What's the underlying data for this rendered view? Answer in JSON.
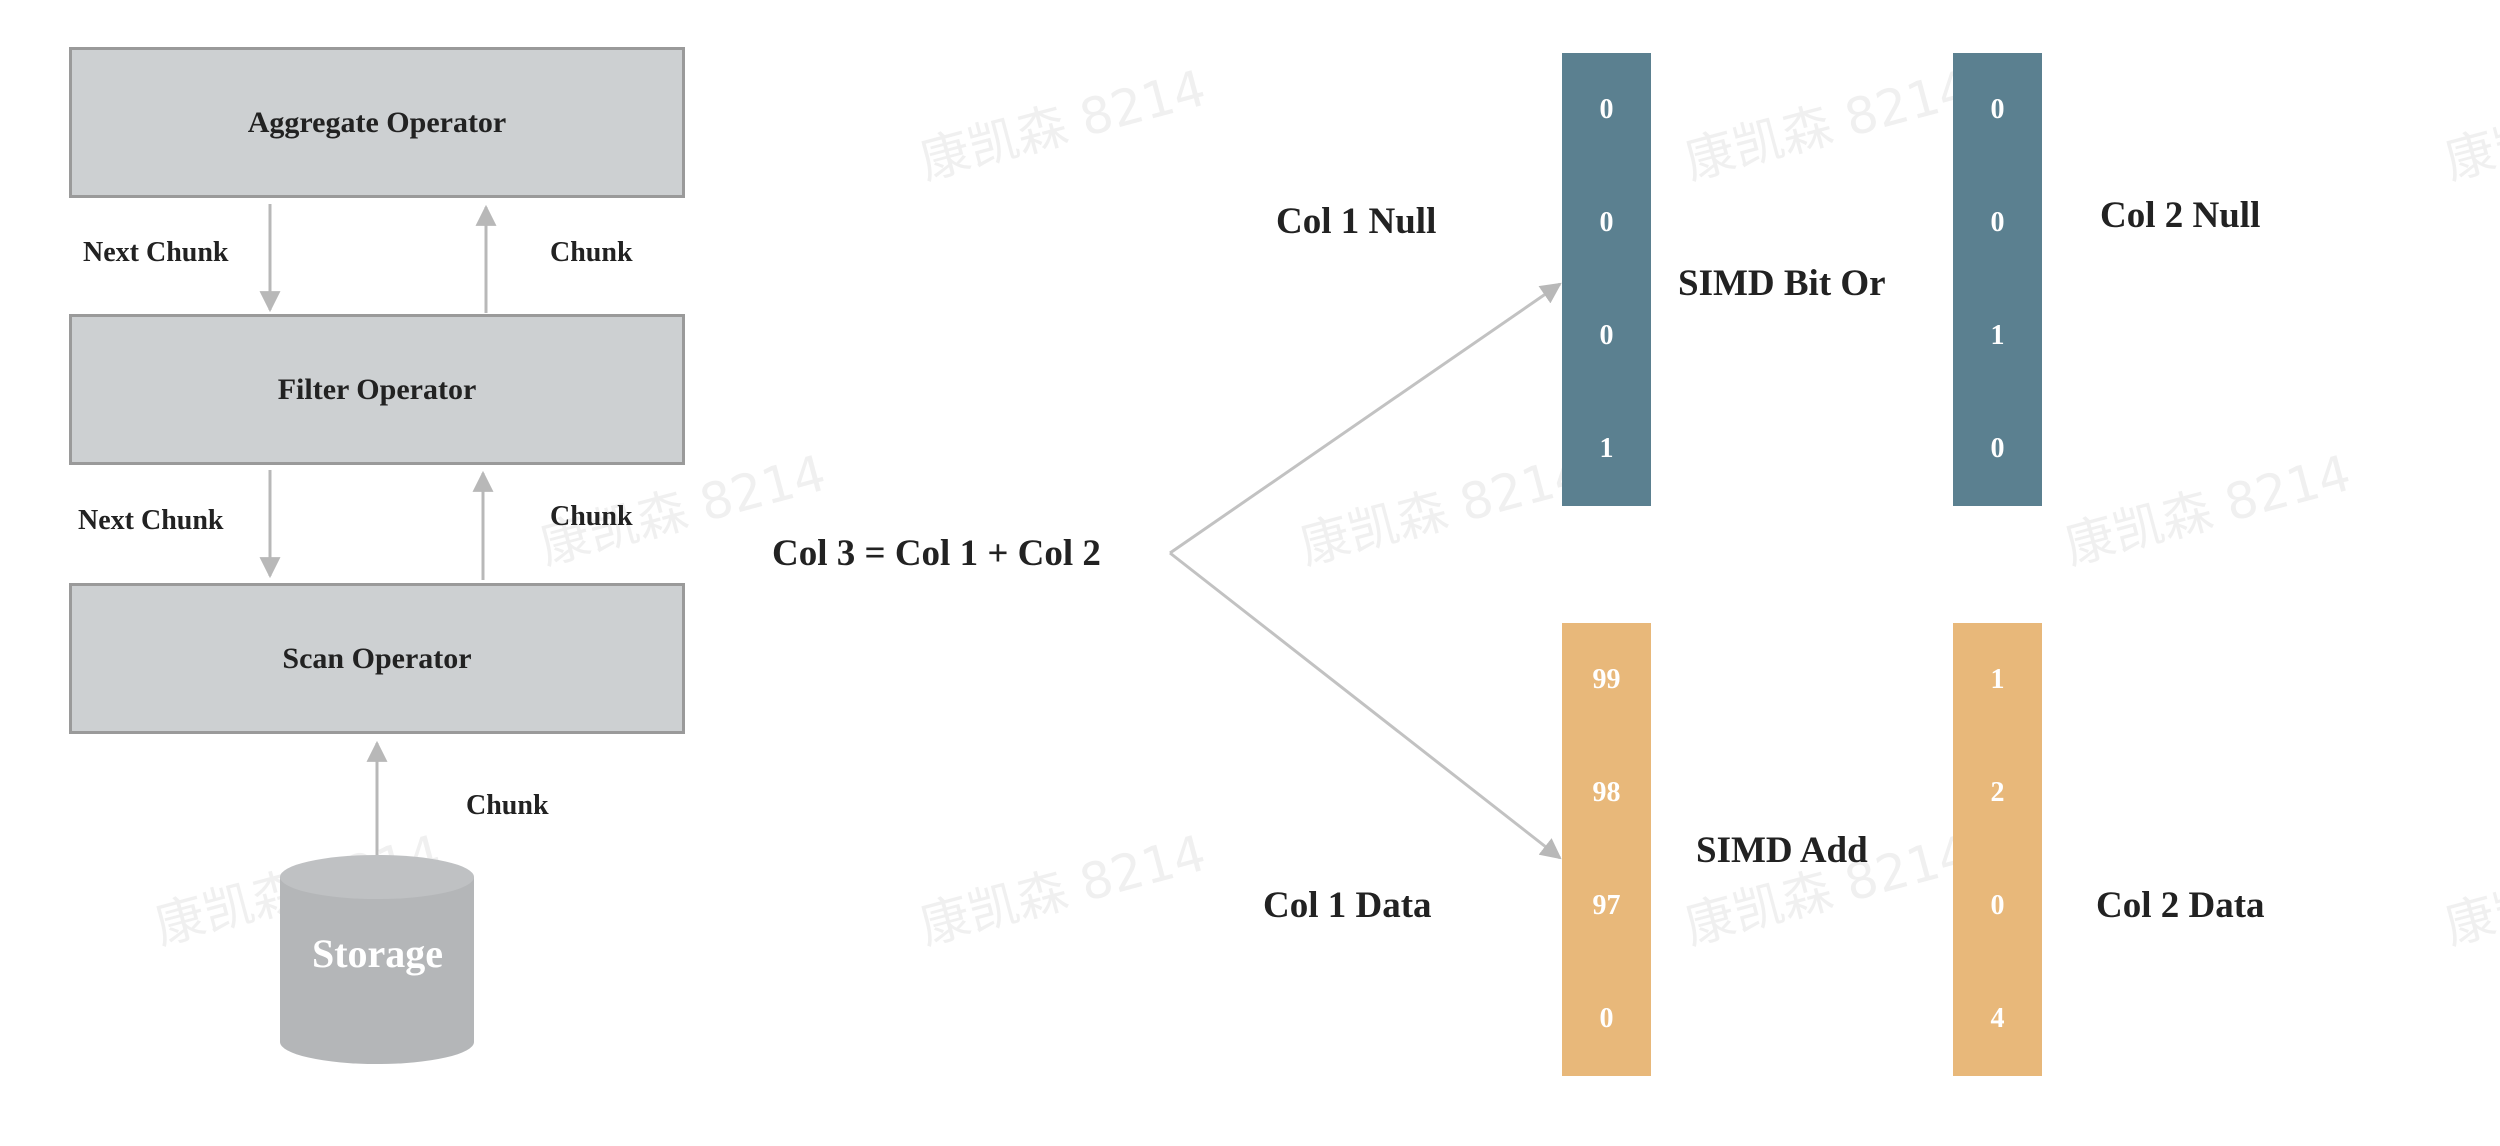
{
  "operators": {
    "aggregate": "Aggregate Operator",
    "filter": "Filter Operator",
    "scan": "Scan Operator",
    "storage": "Storage"
  },
  "flow": {
    "next_chunk_1": "Next Chunk",
    "chunk_1": "Chunk",
    "next_chunk_2": "Next Chunk",
    "chunk_2": "Chunk",
    "chunk_3": "Chunk"
  },
  "expression": "Col 3 = Col 1 + Col 2",
  "labels": {
    "col1_null": "Col 1 Null",
    "col2_null": "Col 2 Null",
    "col1_data": "Col 1 Data",
    "col2_data": "Col 2 Data",
    "simd_bit_or": "SIMD Bit Or",
    "simd_add": "SIMD Add"
  },
  "vectors": {
    "col1_null": [
      "0",
      "0",
      "0",
      "1"
    ],
    "col2_null": [
      "0",
      "0",
      "1",
      "0"
    ],
    "col1_data": [
      "99",
      "98",
      "97",
      "0"
    ],
    "col2_data": [
      "1",
      "2",
      "0",
      "4"
    ]
  },
  "colors": {
    "operator_fill": "#cdd0d2",
    "null_vector": "#5b8090",
    "data_vector": "#e8b87a",
    "storage": "#b4b6b8",
    "arrow": "#b8b8b8"
  },
  "watermark": "康凯森 8214"
}
